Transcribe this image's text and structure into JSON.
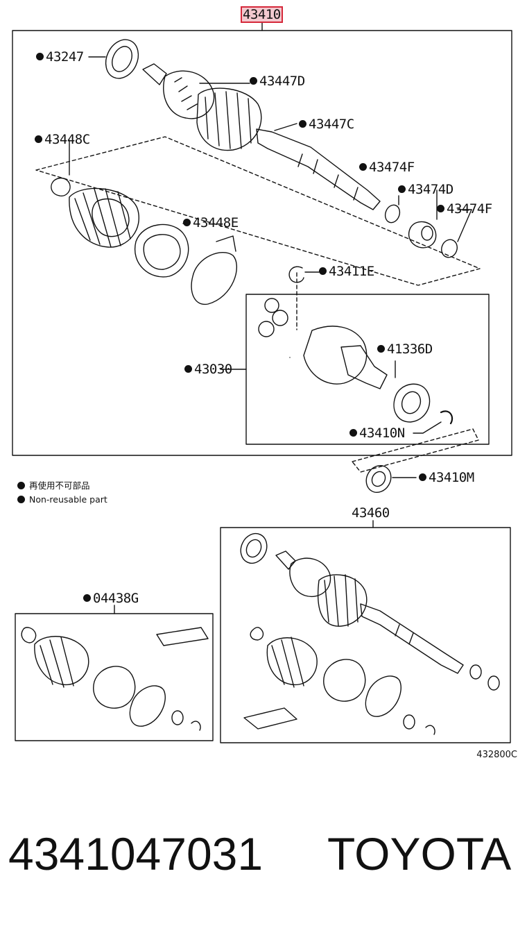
{
  "diagram": {
    "main_part": "43410",
    "labels": {
      "p43247": "43247",
      "p43447D": "43447D",
      "p43447C": "43447C",
      "p43448C": "43448C",
      "p43474F_a": "43474F",
      "p43474D": "43474D",
      "p43474F_b": "43474F",
      "p43448E": "43448E",
      "p43411E": "43411E",
      "p41336D": "41336D",
      "p43030": "43030",
      "p43410N": "43410N",
      "p43410M": "43410M",
      "p43460": "43460",
      "p04438G": "04438G"
    },
    "legend": {
      "japanese": "再使用不可部品",
      "english": "Non-reusable part"
    },
    "reference_code": "432800C"
  },
  "footer": {
    "part_number": "4341047031",
    "brand": "TOYOTA"
  },
  "colors": {
    "line": "#111111",
    "highlight_border": "#d5283a",
    "highlight_fill": "#f3c9cf"
  }
}
